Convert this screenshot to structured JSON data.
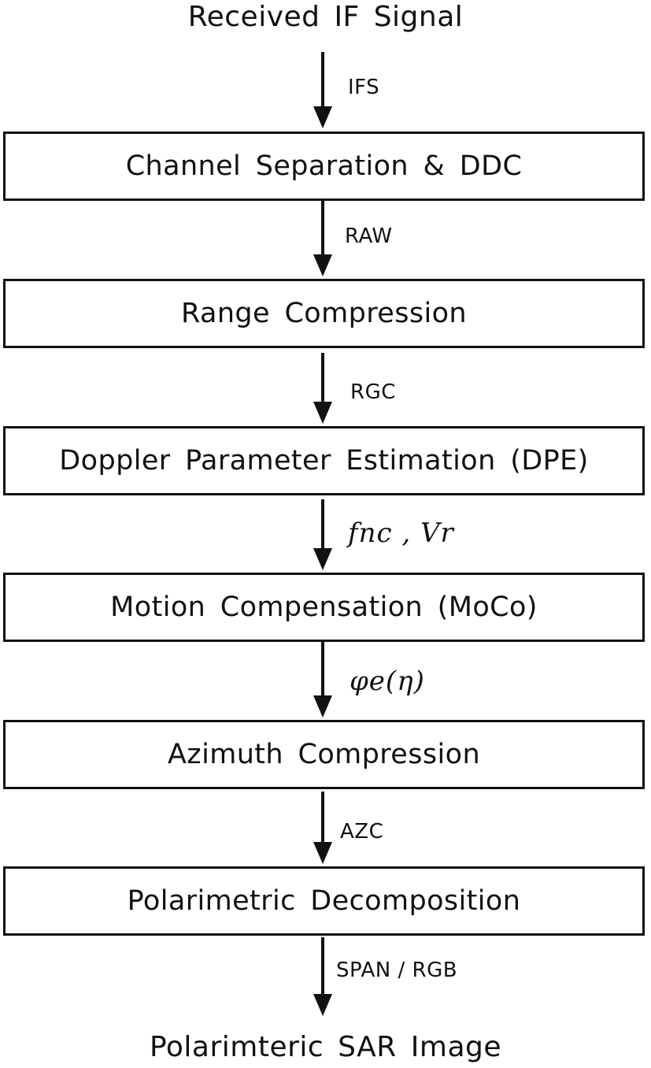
{
  "input_label": "Received IF Signal",
  "output_label": "Polarimteric SAR Image",
  "steps": [
    {
      "label": "Channel Separation & DDC"
    },
    {
      "label": "Range Compression"
    },
    {
      "label": "Doppler Parameter Estimation (DPE)"
    },
    {
      "label": "Motion Compensation (MoCo)"
    },
    {
      "label": "Azimuth Compression"
    },
    {
      "label": "Polarimetric Decomposition"
    }
  ],
  "edges": [
    {
      "label": "IFS"
    },
    {
      "label": "RAW"
    },
    {
      "label": "RGC"
    },
    {
      "label": "fnc , Vr"
    },
    {
      "label": "φe(η)"
    },
    {
      "label": "AZC"
    },
    {
      "label": "SPAN / RGB"
    }
  ]
}
